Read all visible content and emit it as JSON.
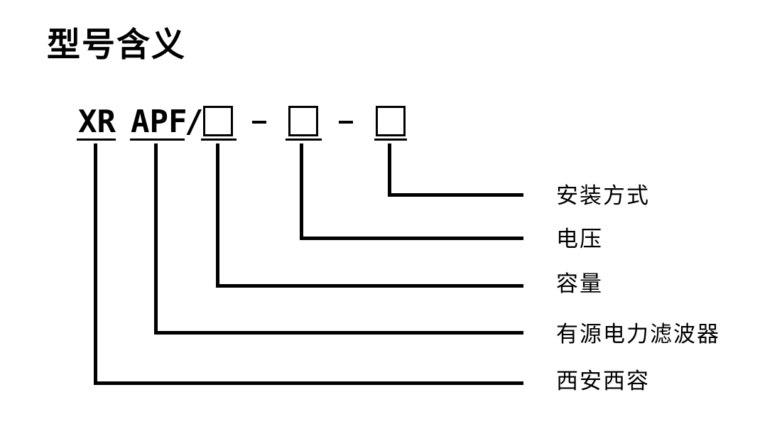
{
  "title": "型号含义",
  "model_code": {
    "manufacturer": "XR",
    "product": "APF",
    "slash": "/",
    "dash": "-",
    "placeholder": "□"
  },
  "segments": [
    {
      "code": "XR",
      "label": "西安西容"
    },
    {
      "code": "APF",
      "label": "有源电力滤波器"
    },
    {
      "code": "□",
      "label": "容量"
    },
    {
      "code": "□",
      "label": "电压"
    },
    {
      "code": "□",
      "label": "安装方式"
    }
  ],
  "colors": {
    "ink": "#000000",
    "background": "#ffffff"
  }
}
